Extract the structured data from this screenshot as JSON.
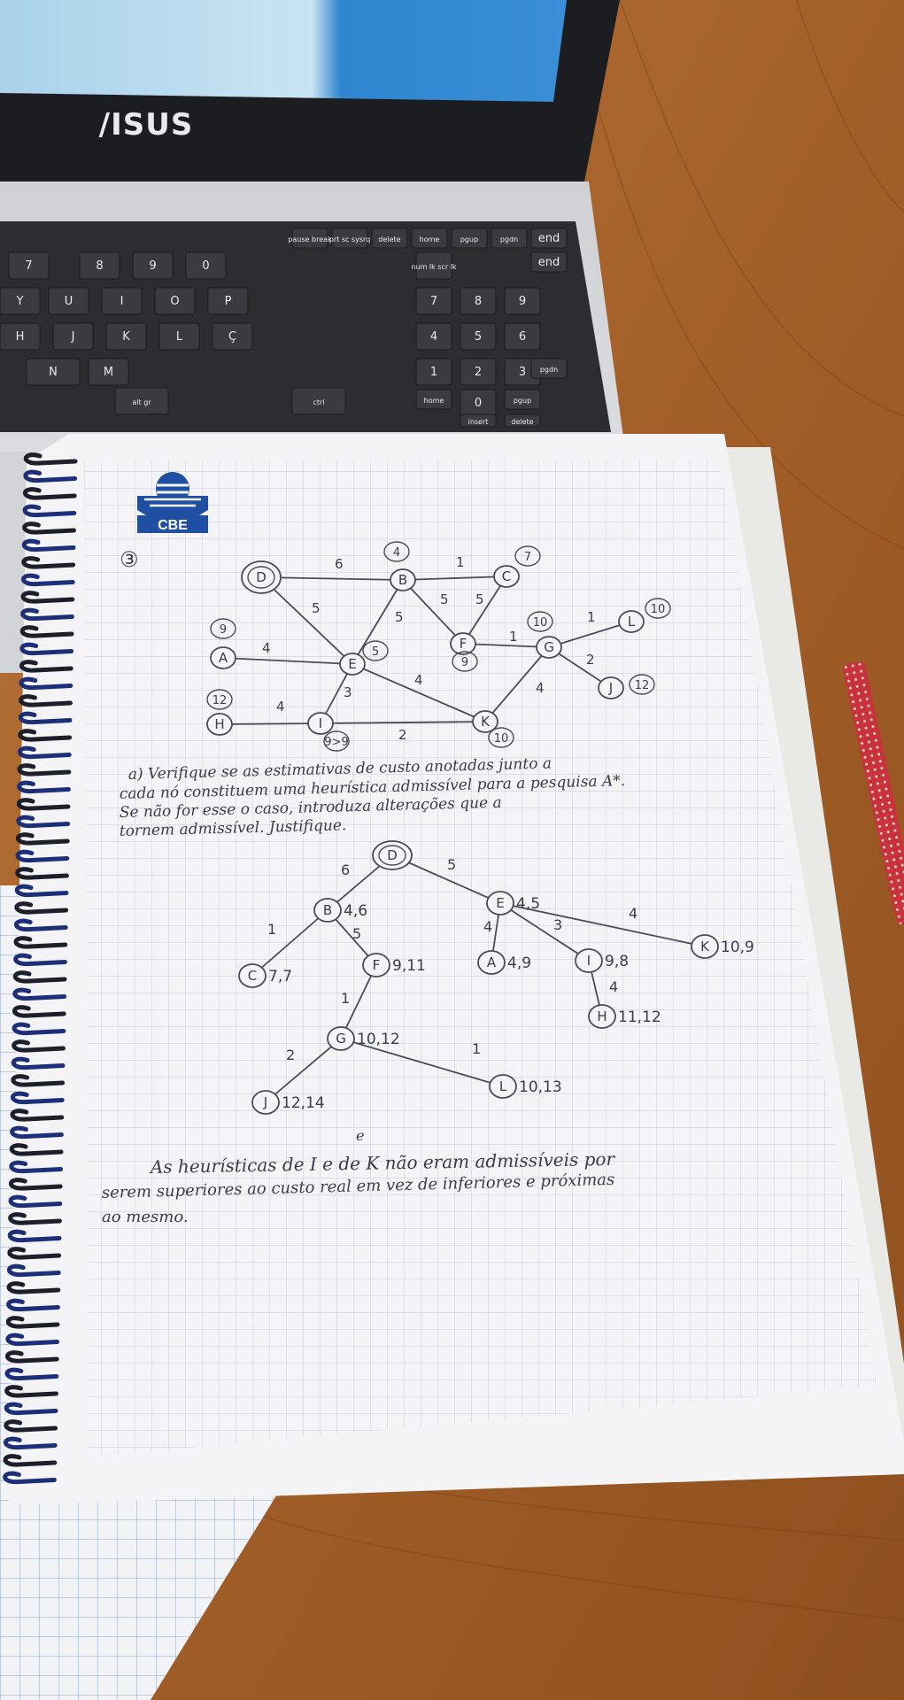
{
  "laptop": {
    "brand": "/ISUS"
  },
  "keyboard": {
    "keys": [
      "pause break",
      "prt sc sysrq",
      "delete",
      "home",
      "pgup",
      "pgdn",
      "end",
      "7",
      "8",
      "9",
      "0",
      "Y",
      "U",
      "I",
      "O",
      "P",
      "H",
      "J",
      "K",
      "L",
      "Ç",
      "N",
      "M",
      "alt gr",
      "ctrl",
      "num lk scr lk",
      "7",
      "8",
      "9",
      "4",
      "5",
      "6",
      "1",
      "2",
      "3",
      "0",
      "home",
      "pgup",
      "end",
      "pgdn",
      "insert",
      "delete"
    ]
  },
  "notebook": {
    "logo_text": "CBE",
    "question_number": "③",
    "graph": {
      "nodes": [
        {
          "id": "D",
          "h": ""
        },
        {
          "id": "B",
          "h": "4"
        },
        {
          "id": "C",
          "h": "7"
        },
        {
          "id": "A",
          "h": "9"
        },
        {
          "id": "E",
          "h": "5"
        },
        {
          "id": "F",
          "h": "9"
        },
        {
          "id": "G",
          "h": "10"
        },
        {
          "id": "L",
          "h": "10"
        },
        {
          "id": "J",
          "h": "12"
        },
        {
          "id": "H",
          "h": "12"
        },
        {
          "id": "I",
          "h": "9>9"
        },
        {
          "id": "K",
          "h": "10"
        }
      ],
      "edge_weights": [
        "6",
        "1",
        "5",
        "5",
        "5",
        "5",
        "4",
        "1",
        "1",
        "2",
        "4",
        "4",
        "3",
        "4",
        "2"
      ]
    },
    "question_lines": [
      "a) Verifique se as estimativas de custo anotadas junto a",
      "cada nó constituem uma heurística admissível para a pesquisa A*.",
      "Se não for esse o caso, introduza alterações que a",
      "tornem admissível. Justifique."
    ],
    "tree": {
      "root": "D",
      "nodes": [
        {
          "id": "B",
          "value": "4,6"
        },
        {
          "id": "E",
          "value": "4,5"
        },
        {
          "id": "C",
          "value": "7,7"
        },
        {
          "id": "F",
          "value": "9,11"
        },
        {
          "id": "A",
          "value": "4,9"
        },
        {
          "id": "I",
          "value": "9,8"
        },
        {
          "id": "K",
          "value": "10,9"
        },
        {
          "id": "H",
          "value": "11,12"
        },
        {
          "id": "G",
          "value": "10,12"
        },
        {
          "id": "J",
          "value": "12,14"
        },
        {
          "id": "L",
          "value": "10,13"
        }
      ],
      "edge_weights": [
        "6",
        "5",
        "1",
        "5",
        "4",
        "3",
        "4",
        "4",
        "1",
        "2",
        "1"
      ]
    },
    "answer_lines": [
      "As heurísticas de I e de K não eram admissíveis por",
      "serem superiores ao custo real em vez de inferiores e próximas",
      "ao mesmo."
    ],
    "answer_insert": "e"
  }
}
